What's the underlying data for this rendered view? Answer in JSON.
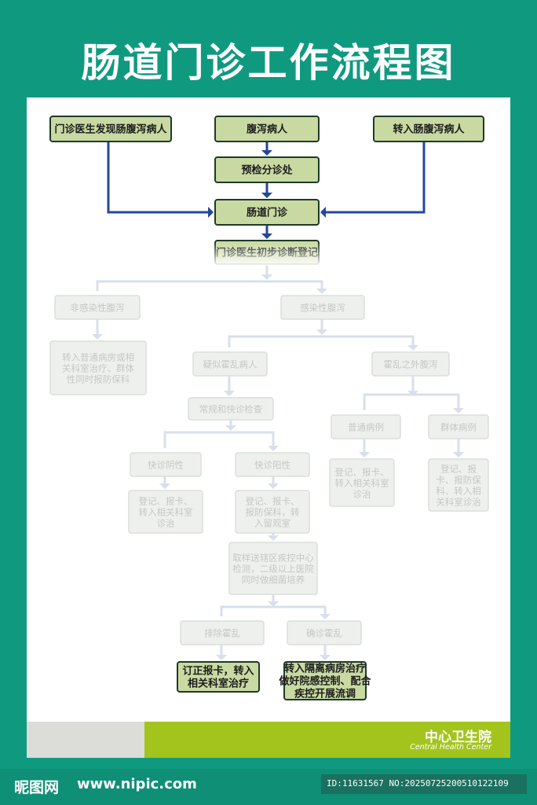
{
  "title": "肠道门诊工作流程图",
  "colors": {
    "background": "#0f9a80",
    "node_fill": "#c9d9a2",
    "node_border": "#1f3a26",
    "arrow": "#25479b",
    "faded_fill": "#eef0ee",
    "faded_border": "#dadfda",
    "faded_arrow": "#d9dfeb",
    "footer_green": "#a3c41d"
  },
  "nodes": {
    "doctor_find": "门诊医生发现肠腹泻病人",
    "diarrhea_patient": "腹泻病人",
    "transfer_in": "转入肠腹泻病人",
    "pre_triage": "预检分诊处",
    "clinic": "肠道门诊",
    "initial_diag": "门诊医生初步诊断登记",
    "non_infectious": "非感染性腹泻",
    "infectious": "感染性腹泻",
    "non_inf_action": [
      "转入普通病房或相",
      "关科室治疗、群体",
      "性同时报防保科"
    ],
    "suspected_cholera": "疑似霍乱病人",
    "other_diarrhea": "霍乱之外腹泻",
    "routine_test": "常规和快诊检查",
    "normal_case": "普通病例",
    "group_case": "群体病例",
    "normal_action": [
      "登记、报卡、",
      "转入相关科室",
      "诊治"
    ],
    "group_action": [
      "登记、报",
      "卡、报防保",
      "科、转入相",
      "关科室诊治"
    ],
    "rapid_negative": "快诊阴性",
    "rapid_positive": "快诊阳性",
    "negative_action": [
      "登记、报卡、",
      "转入相关科室",
      "诊治"
    ],
    "positive_action": [
      "登记、报卡、",
      "报防保科，转",
      "入留观室"
    ],
    "sampling": [
      "取样送辖区疾控中心",
      "检测，二级以上医院",
      "同时做细菌培养"
    ],
    "exclude_cholera": "排除霍乱",
    "confirm_cholera": "确诊霍乱",
    "exclude_action": [
      "订正报卡，转入",
      "相关科室治疗"
    ],
    "confirm_action": [
      "转入隔离病房治疗",
      "做好院感控制、配合",
      "疾控开展流调"
    ]
  },
  "footer": {
    "org_name": "中心卫生院",
    "org_name_en": "Central Health Center"
  },
  "watermark": {
    "logo": "昵图网",
    "site": "www.nipic.com",
    "id": "ID:11631567 NO:20250725200510122109"
  }
}
